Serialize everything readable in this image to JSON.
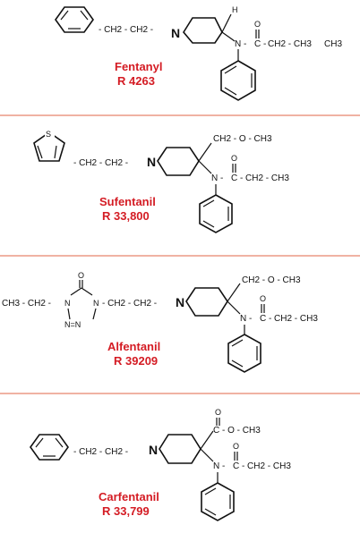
{
  "separator_color": "#e8846c",
  "name_color": "#d41c24",
  "compounds": [
    {
      "name": "Fentanyl",
      "code": "R 4263",
      "linker": "- CH2 - CH2 -",
      "ring_n": "N",
      "substituent_h": "H",
      "amide_n": "N -",
      "amide_c": "C -",
      "amide_chain": "CH2 - CH3",
      "amide_tail": "CH3",
      "carbonyl_o": "O"
    },
    {
      "name": "Sufentanil",
      "code": "R 33,800",
      "heteroatom": "S",
      "linker": "- CH2 - CH2 -",
      "ring_n": "N",
      "ether": "CH2 - O - CH3",
      "amide_n": "N -",
      "amide_c": "C -",
      "amide_chain": "CH2 - CH3",
      "carbonyl_o": "O"
    },
    {
      "name": "Alfentanil",
      "code": "R 39209",
      "ethyl": "CH3 - CH2 -",
      "tetrazole_n1": "N",
      "tetrazole_n4": "N",
      "tetrazole_bottom": "N=N",
      "tetrazole_o": "O",
      "linker": "- CH2 - CH2 -",
      "ring_n": "N",
      "ether": "CH2 - O - CH3",
      "amide_n": "N -",
      "amide_c": "C -",
      "amide_chain": "CH2 - CH3",
      "carbonyl_o": "O"
    },
    {
      "name": "Carfentanil",
      "code": "R 33,799",
      "linker": "- CH2 - CH2 -",
      "ring_n": "N",
      "ester_c": "C - O - CH3",
      "ester_o": "O",
      "amide_n": "N -",
      "amide_c": "C -",
      "amide_chain": "CH2 - CH3",
      "carbonyl_o": "O"
    }
  ]
}
